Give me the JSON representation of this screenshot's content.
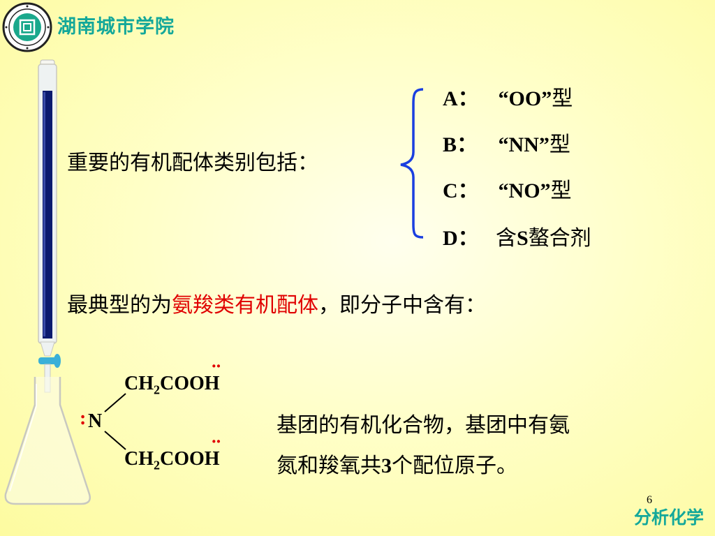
{
  "header": {
    "school_name": "湖南城市学院"
  },
  "footer": {
    "course_name": "分析化学",
    "page_number": "6"
  },
  "intro": {
    "text": "重要的有机配体类别包括："
  },
  "options": [
    {
      "label": "A：",
      "code": "“OO”",
      "suffix": "型"
    },
    {
      "label": "B：",
      "code": "“NN”",
      "suffix": "型"
    },
    {
      "label": "C：",
      "code": "“NO”",
      "suffix": "型"
    },
    {
      "label": "D：",
      "prefix": "含",
      "code": "S",
      "suffix": "螯合剂"
    }
  ],
  "typical": {
    "prefix": "最典型的为",
    "highlight": "氨羧类有机配体",
    "suffix": "，即分子中含有："
  },
  "structure": {
    "top_group": {
      "main": "CH",
      "sub": "2",
      "tail": "COOH"
    },
    "bottom_group": {
      "main": "CH",
      "sub": "2",
      "tail": "COOH"
    },
    "center_atom": "N",
    "lone_pair": ":",
    "lone_pair_top": "··"
  },
  "description": {
    "line1": "基团的有机化合物，基团中有氨",
    "line2_prefix": "氮和羧氧共",
    "line2_number": "3",
    "line2_suffix": "个配位原子。"
  },
  "colors": {
    "brand": "#14a89a",
    "highlight": "#e00000",
    "brace": "#1a3fe0",
    "burette_fill": "#0b1a6e"
  }
}
